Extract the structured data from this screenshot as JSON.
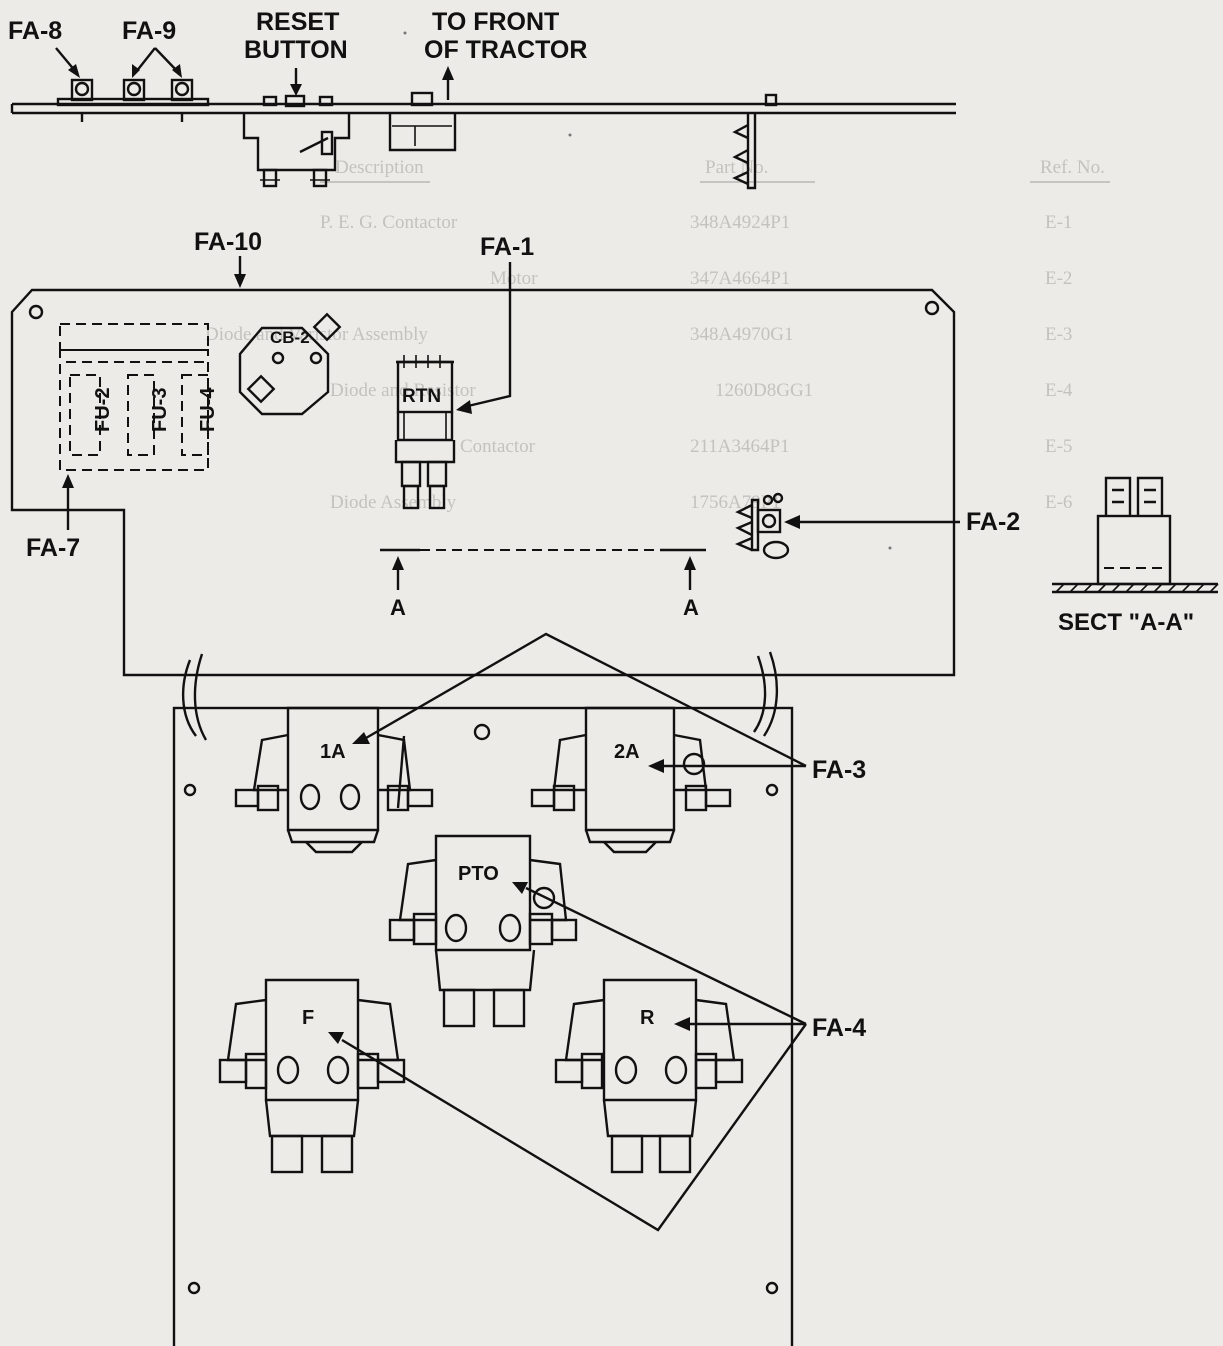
{
  "top_labels": {
    "fa8": "FA-8",
    "fa9": "FA-9",
    "reset_line1": "RESET",
    "reset_line2": "BUTTON",
    "front_line1": "TO FRONT",
    "front_line2": "OF TRACTOR"
  },
  "callouts": {
    "fa10": "FA-10",
    "fa1": "FA-1",
    "fa2": "FA-2",
    "fa7": "FA-7",
    "fa3": "FA-3",
    "fa4": "FA-4"
  },
  "components": {
    "cb2": "CB-2",
    "rtn": "RTN",
    "fu2": "FU-2",
    "fu3": "FU-3",
    "fu4": "FU-4",
    "c1a": "1A",
    "c2a": "2A",
    "pto": "PTO",
    "f": "F",
    "r": "R"
  },
  "section": {
    "mark_left": "A",
    "mark_right": "A",
    "title": "SECT \"A-A\""
  },
  "bleed_through_table": {
    "headers": [
      "Description",
      "Part No.",
      "Ref. No."
    ],
    "rows": [
      [
        "P. E. G. Contactor",
        "348A4924P1",
        "E-1"
      ],
      [
        "Motor",
        "347A4664P1",
        "E-2"
      ],
      [
        "Diode and Varistor Assembly",
        "348A4970G1",
        "E-3"
      ],
      [
        "Diode and Resistor",
        "1260D8GG1",
        "E-4"
      ],
      [
        "Contactor",
        "211A3464P1",
        "E-5"
      ],
      [
        "Diode Assembly",
        "1756A79P1",
        "E-6"
      ]
    ]
  },
  "colors": {
    "paper": "#ecebe8",
    "ink": "#111111",
    "bleed": "#c3c2be"
  }
}
